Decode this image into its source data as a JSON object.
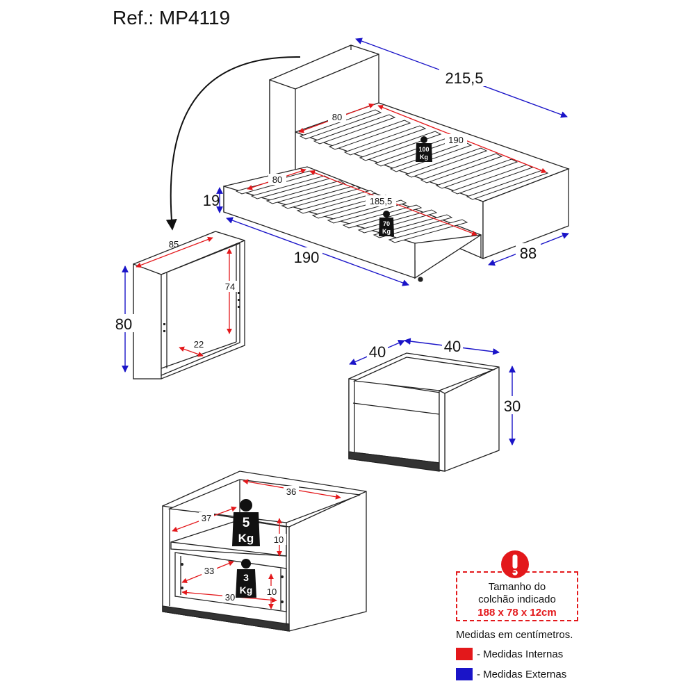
{
  "header": {
    "ref_label": "Ref.: MP4119"
  },
  "bed": {
    "length_external": "215,5",
    "width_external": "88",
    "height_external": "19",
    "trundle_length_external": "190",
    "slat_width_internal": "80",
    "slat_length_internal": "190",
    "trundle_slat_width_internal": "80",
    "trundle_slat_length_internal": "185,5",
    "main_weight_value": "100",
    "main_weight_unit": "Kg",
    "trundle_weight_value": "70",
    "trundle_weight_unit": "Kg"
  },
  "headboard": {
    "width_internal": "85",
    "height_external": "80",
    "inner_height_internal": "74",
    "depth_internal": "22"
  },
  "nightstand_outer": {
    "depth_external": "40",
    "width_external": "40",
    "height_external": "30"
  },
  "nightstand_inner": {
    "width_internal": "36",
    "depth_internal": "37",
    "shelf_height_internal": "10",
    "drawer_depth_internal": "33",
    "drawer_width_internal": "30",
    "drawer_height_internal": "10",
    "top_weight_value": "5",
    "top_weight_unit": "Kg",
    "drawer_weight_value": "3",
    "drawer_weight_unit": "Kg"
  },
  "notice": {
    "line1": "Tamanho do",
    "line2": "colchão indicado",
    "line3": "188 x 78 x 12cm"
  },
  "legend": {
    "units_note": "Medidas em centímetros.",
    "internal_label": "- Medidas Internas",
    "external_label": "- Medidas Externas",
    "internal_color": "#e3181b",
    "external_color": "#1a14c8"
  }
}
